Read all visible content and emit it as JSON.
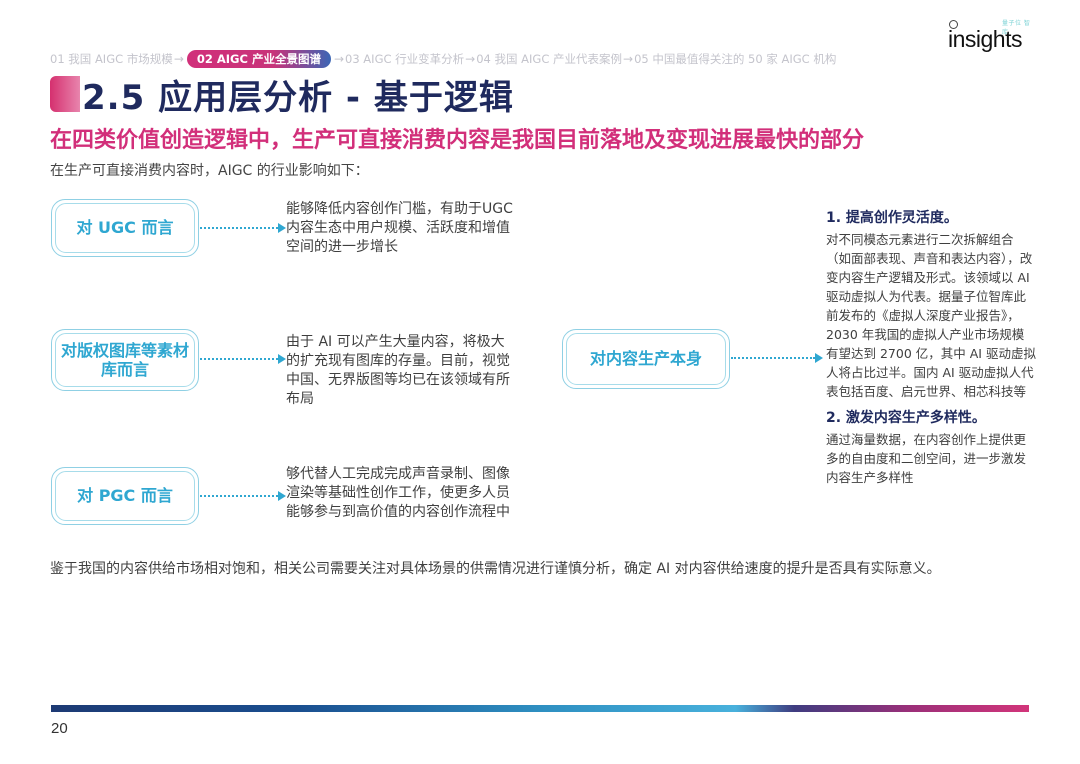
{
  "logo": {
    "tag": "量子位 智库",
    "word": "insights"
  },
  "breadcrumb": {
    "items": [
      {
        "label": "01 我国 AIGC 市场规模",
        "active": false
      },
      {
        "label": "02 AIGC 产业全景图谱",
        "active": true
      },
      {
        "label": "03 AIGC 行业变革分析",
        "active": false
      },
      {
        "label": "04 我国 AIGC 产业代表案例",
        "active": false
      },
      {
        "label": "05 中国最值得关注的 50 家 AIGC 机构",
        "active": false
      }
    ],
    "arrow": "→"
  },
  "page": {
    "title": "2.5 应用层分析 - 基于逻辑",
    "subtitle": "在四类价值创造逻辑中，生产可直接消费内容是我国目前落地及变现进展最快的部分",
    "intro": "在生产可直接消费内容时，AIGC 的行业影响如下："
  },
  "left_items": [
    {
      "label": "对 UGC 而言",
      "desc": "能够降低内容创作门槛，有助于UGC 内容生态中用户规模、活跃度和增值空间的进一步增长"
    },
    {
      "label": "对版权图库等素材库而言",
      "desc": "由于 AI 可以产生大量内容，将极大的扩充现有图库的存量。目前，视觉中国、无界版图等均已在该领域有所布局"
    },
    {
      "label": "对 PGC 而言",
      "desc": "够代替人工完成完成声音录制、图像渲染等基础性创作工作，使更多人员能够参与到高价值的内容创作流程中"
    }
  ],
  "center_item": {
    "label": "对内容生产本身"
  },
  "right_points": [
    {
      "heading": "1. 提高创作灵活度。",
      "body": "对不同模态元素进行二次拆解组合（如面部表现、声音和表达内容），改变内容生产逻辑及形式。该领域以 AI 驱动虚拟人为代表。据量子位智库此前发布的《虚拟人深度产业报告》，2030 年我国的虚拟人产业市场规模有望达到 2700 亿，其中 AI 驱动虚拟人将占比过半。国内 AI 驱动虚拟人代表包括百度、启元世界、相芯科技等"
    },
    {
      "heading": "2. 激发内容生产多样性。",
      "body": "通过海量数据，在内容创作上提供更多的自由度和二创空间，进一步激发内容生产多样性"
    }
  ],
  "conclusion": "鉴于我国的内容供给市场相对饱和，相关公司需要关注对具体场景的供需情况进行谨慎分析，确定 AI 对内容供给速度的提升是否具有实际意义。",
  "footer": {
    "page_number": "20"
  },
  "colors": {
    "accent_pink": "#d22f7a",
    "title_navy": "#1f2a5e",
    "box_blue": "#2fa7d1"
  }
}
